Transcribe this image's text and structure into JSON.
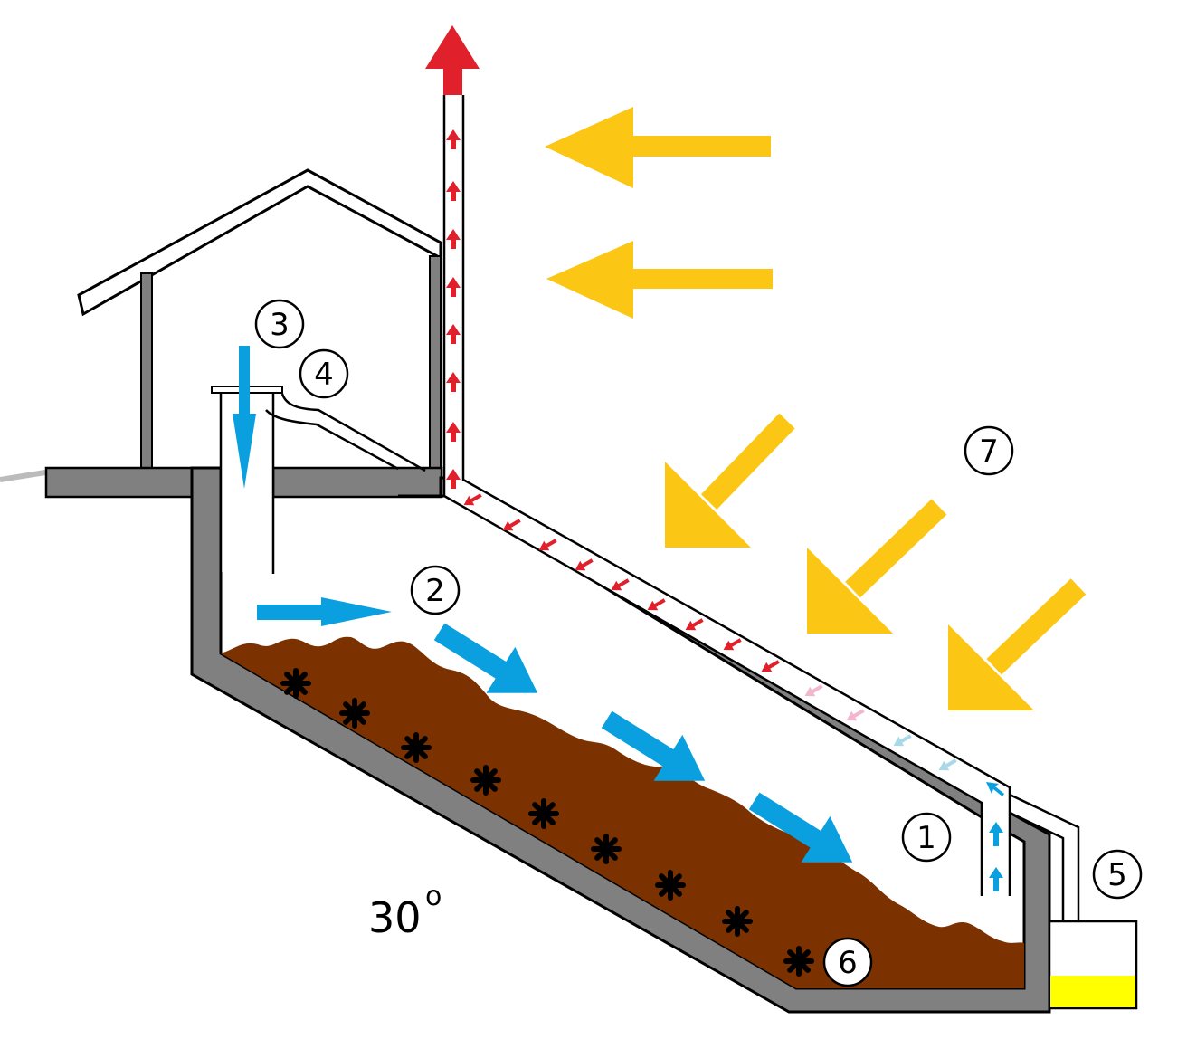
{
  "diagram": {
    "labels": [
      {
        "id": "1",
        "text": "1"
      },
      {
        "id": "2",
        "text": "2"
      },
      {
        "id": "3",
        "text": "3"
      },
      {
        "id": "4",
        "text": "4"
      },
      {
        "id": "5",
        "text": "5"
      },
      {
        "id": "6",
        "text": "6"
      },
      {
        "id": "7",
        "text": "7"
      }
    ],
    "angle": {
      "value": "30",
      "unit": "o"
    },
    "colors": {
      "wall": "#808080",
      "soil": "#7b3200",
      "air_cold": "#0aa0e0",
      "air_hot": "#e0202a",
      "air_warm": "#f2b6cf",
      "air_cool": "#a9d8e8",
      "sun": "#fbc614",
      "liquid": "#ffff00",
      "outline": "#000000"
    }
  }
}
